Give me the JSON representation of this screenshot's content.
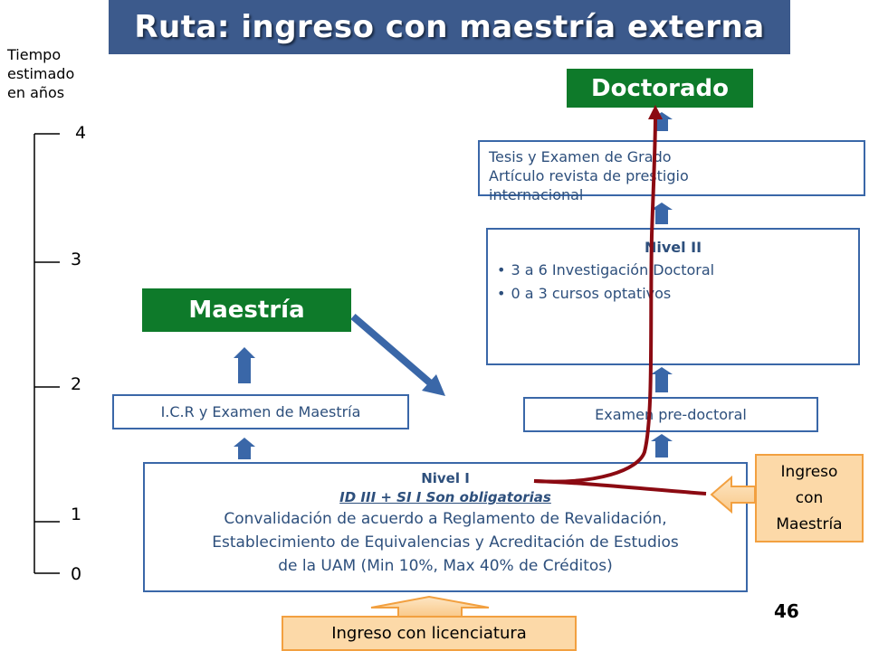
{
  "title": "Ruta: ingreso con maestría externa",
  "axis": {
    "label_lines": [
      "Tiempo",
      "estimado",
      "en años"
    ],
    "ticks": [
      "4",
      "3",
      "2",
      "1",
      "0"
    ]
  },
  "doctorado": "Doctorado",
  "tesis": {
    "line1": "Tesis y Examen de Grado",
    "line2": "Artículo revista de prestigio",
    "line3": "internacional"
  },
  "nivel2": {
    "title": "Nivel II",
    "items": [
      "3 a 6 Investigación Doctoral",
      "0 a 3 cursos optativos"
    ]
  },
  "maestria": "Maestría",
  "icr": "I.C.R y Examen de Maestría",
  "predoc": "Examen pre-doctoral",
  "nivel1": {
    "title": "Nivel I",
    "subtitle": "ID III + SI I Son obligatorias",
    "line1": "Convalidación de acuerdo a Reglamento de Revalidación,",
    "line2": "Establecimiento de Equivalencias y Acreditación de Estudios",
    "line3": "de la UAM (Min 10%, Max 40% de Créditos)"
  },
  "ingreso_maestria": [
    "Ingreso",
    "con",
    "Maestría"
  ],
  "ingreso_licenciatura": "Ingreso con licenciatura",
  "page_number": "46",
  "colors": {
    "title_bg": "#3c5a8c",
    "green": "#0e7a2a",
    "blue": "#3a67a8",
    "text_blue": "#2d4f7c",
    "orange_fill": "#fcd9a8",
    "orange_border": "#f2a040",
    "path_red": "#8b0a12"
  }
}
